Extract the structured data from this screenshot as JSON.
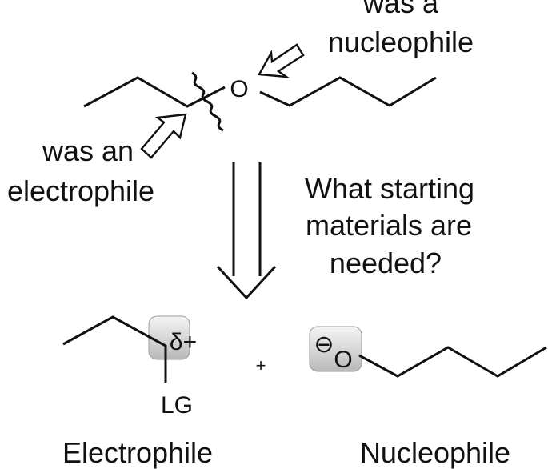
{
  "top_molecule": {
    "oxygen_label": "O",
    "nucleophile_note_line1": "was a",
    "nucleophile_note_line2": "nucleophile",
    "electrophile_note_line1": "was an",
    "electrophile_note_line2": "electrophile"
  },
  "question": {
    "line1": "What starting",
    "line2": "materials are",
    "line3": "needed?"
  },
  "electrophile_fragment": {
    "partial_charge": "δ+",
    "leaving_group": "LG",
    "caption": "Electrophile"
  },
  "plus_sign": "+",
  "nucleophile_fragment": {
    "charge_symbol": "⊖",
    "oxygen_label": "O",
    "caption": "Nucleophile"
  }
}
